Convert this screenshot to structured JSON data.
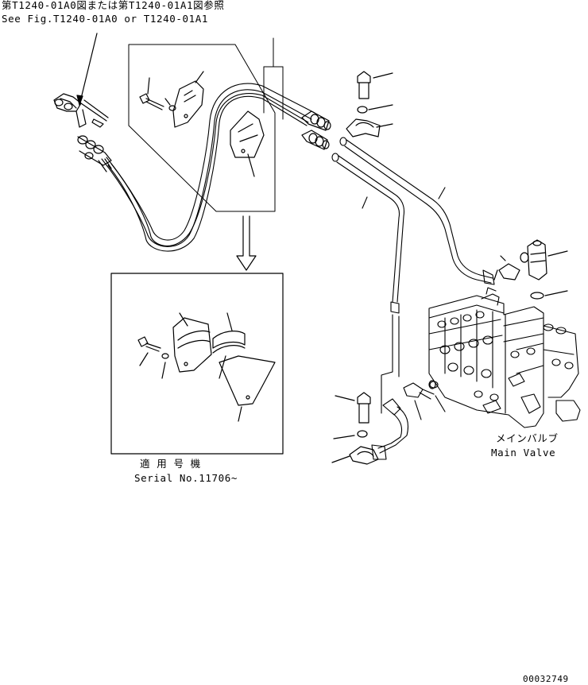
{
  "reference": {
    "line_jp": "第T1240-01A0図または第T1240-01A1図参照",
    "line_en": "See Fig.T1240-01A0 or T1240-01A1"
  },
  "main_valve": {
    "label_jp": "メインバルブ",
    "label_en": "Main Valve"
  },
  "serial": {
    "label_jp": "適 用 号 機",
    "label_en": "Serial No.11706~"
  },
  "drawing_number": "00032749"
}
